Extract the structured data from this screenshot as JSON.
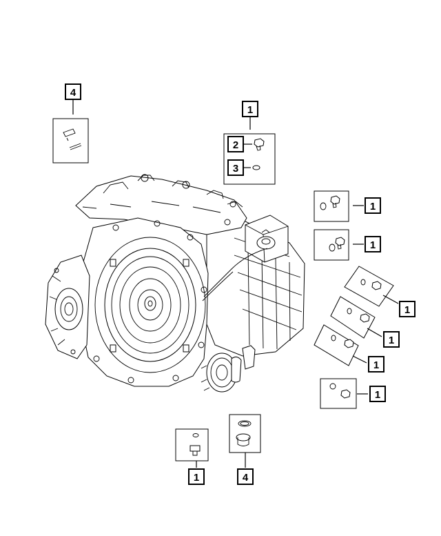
{
  "callouts": {
    "top_left_4": "4",
    "top_center_1": "1",
    "kit_2": "2",
    "kit_3": "3",
    "right_a": "1",
    "right_b": "1",
    "right_c": "1",
    "right_d": "1",
    "right_e": "1",
    "right_f": "1",
    "bottom_1": "1",
    "bottom_4": "4"
  }
}
